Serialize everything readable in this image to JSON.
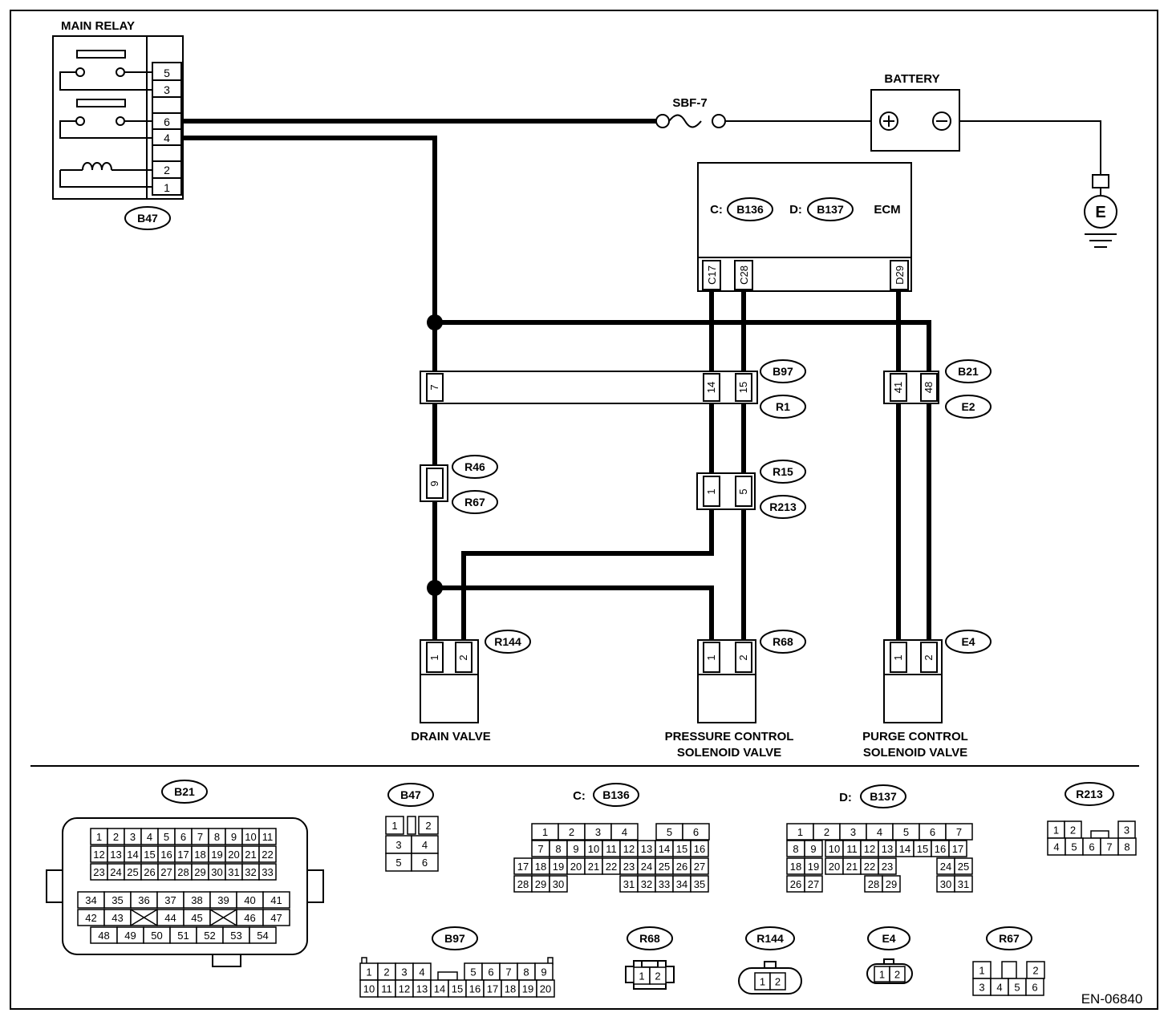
{
  "main_relay": {
    "title": "MAIN RELAY",
    "connector": "B47",
    "pins": [
      "5",
      "3",
      "6",
      "4",
      "2",
      "1"
    ]
  },
  "fuse": {
    "label": "SBF-7"
  },
  "battery": {
    "label": "BATTERY"
  },
  "ground": {
    "label": "E"
  },
  "ecm": {
    "label": "ECM",
    "conn_c_prefix": "C:",
    "conn_c": "B136",
    "conn_d_prefix": "D:",
    "conn_d": "B137",
    "pins": [
      "C17",
      "C28",
      "D29"
    ]
  },
  "connectors": {
    "b97_r1": {
      "top": "B97",
      "bottom": "R1",
      "pins": [
        "7",
        "14",
        "15"
      ]
    },
    "b21_e2": {
      "top": "B21",
      "bottom": "E2",
      "pins": [
        "41",
        "48"
      ]
    },
    "r46_r67": {
      "top": "R46",
      "bottom": "R67",
      "pins": [
        "9"
      ]
    },
    "r15_r213": {
      "top": "R15",
      "bottom": "R213",
      "pins": [
        "1",
        "5"
      ]
    }
  },
  "components": {
    "drain_valve": {
      "label": "DRAIN VALVE",
      "connector": "R144",
      "pins": [
        "1",
        "2"
      ]
    },
    "pressure_valve": {
      "label_line1": "PRESSURE CONTROL",
      "label_line2": "SOLENOID VALVE",
      "connector": "R68",
      "pins": [
        "1",
        "2"
      ]
    },
    "purge_valve": {
      "label_line1": "PURGE CONTROL",
      "label_line2": "SOLENOID VALVE",
      "connector": "E4",
      "pins": [
        "1",
        "2"
      ]
    }
  },
  "legend": {
    "b21": {
      "label": "B21",
      "row1": [
        "1",
        "2",
        "3",
        "4",
        "5",
        "6",
        "7",
        "8",
        "9",
        "10",
        "11"
      ],
      "row2": [
        "12",
        "13",
        "14",
        "15",
        "16",
        "17",
        "18",
        "19",
        "20",
        "21",
        "22"
      ],
      "row3": [
        "23",
        "24",
        "25",
        "26",
        "27",
        "28",
        "29",
        "30",
        "31",
        "32",
        "33"
      ],
      "row4": [
        "34",
        "35",
        "36",
        "37",
        "38",
        "39",
        "40",
        "41"
      ],
      "row5": [
        "42",
        "43",
        "",
        "44",
        "45",
        "",
        "46",
        "47"
      ],
      "row6": [
        "48",
        "49",
        "50",
        "51",
        "52",
        "53",
        "54"
      ]
    },
    "b47": {
      "label": "B47",
      "cells": [
        "1",
        "2",
        "3",
        "4",
        "5",
        "6"
      ]
    },
    "b136": {
      "prefix": "C:",
      "label": "B136",
      "row1": [
        "1",
        "2",
        "3",
        "4",
        "5",
        "6"
      ],
      "row2": [
        "7",
        "8",
        "9",
        "10",
        "11",
        "12",
        "13",
        "14",
        "15",
        "16"
      ],
      "row3": [
        "17",
        "18",
        "19",
        "20",
        "21",
        "22",
        "23",
        "24",
        "25",
        "26",
        "27"
      ],
      "row4": [
        "28",
        "29",
        "30",
        "31",
        "32",
        "33",
        "34",
        "35"
      ]
    },
    "b137": {
      "prefix": "D:",
      "label": "B137",
      "row1": [
        "1",
        "2",
        "3",
        "4",
        "5",
        "6",
        "7"
      ],
      "row2": [
        "8",
        "9",
        "10",
        "11",
        "12",
        "13",
        "14",
        "15",
        "16",
        "17"
      ],
      "row3": [
        "18",
        "19",
        "20",
        "21",
        "22",
        "23",
        "24",
        "25"
      ],
      "row4": [
        "26",
        "27",
        "28",
        "29",
        "30",
        "31"
      ]
    },
    "r213": {
      "label": "R213",
      "row1": [
        "1",
        "2",
        "3"
      ],
      "row2": [
        "4",
        "5",
        "6",
        "7",
        "8"
      ]
    },
    "b97": {
      "label": "B97",
      "row1": [
        "1",
        "2",
        "3",
        "4",
        "5",
        "6",
        "7",
        "8",
        "9"
      ],
      "row2": [
        "10",
        "11",
        "12",
        "13",
        "14",
        "15",
        "16",
        "17",
        "18",
        "19",
        "20"
      ]
    },
    "r68": {
      "label": "R68",
      "cells": [
        "1",
        "2"
      ]
    },
    "r144": {
      "label": "R144",
      "cells": [
        "1",
        "2"
      ]
    },
    "e4": {
      "label": "E4",
      "cells": [
        "1",
        "2"
      ]
    },
    "r67": {
      "label": "R67",
      "row1": [
        "1",
        "2"
      ],
      "row2": [
        "3",
        "4",
        "5",
        "6"
      ]
    }
  },
  "doc_id": "EN-06840"
}
